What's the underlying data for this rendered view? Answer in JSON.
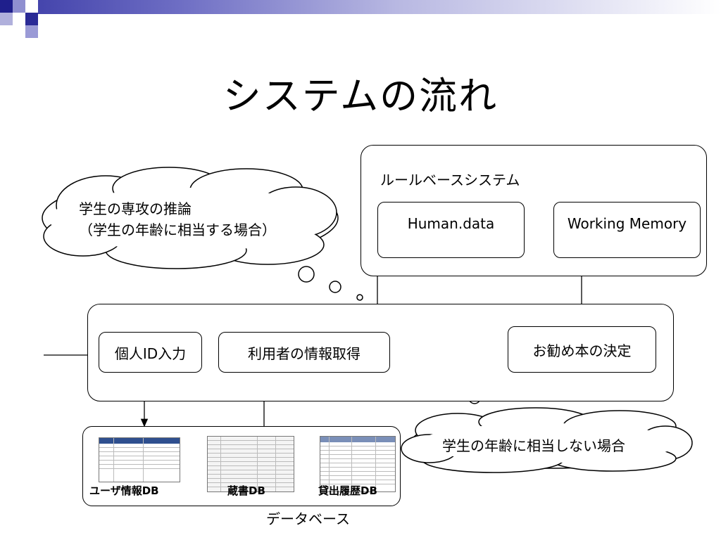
{
  "slide": {
    "title": "システムの流れ"
  },
  "rule_system": {
    "label": "ルールベースシステム",
    "human_data": "Human.data",
    "working_memory": "Working Memory"
  },
  "process": {
    "id_input": "個人ID入力",
    "user_info": "利用者の情報取得",
    "recommend": "お勧め本の決定"
  },
  "thought_top": {
    "line1": "学生の専攻の推論",
    "line2": "（学生の年齢に相当する場合）"
  },
  "thought_bottom": {
    "text": "学生の年齢に相当しない場合"
  },
  "database": {
    "label": "データベース",
    "items": [
      {
        "caption": "ユーザ情報DB"
      },
      {
        "caption": "蔵書DB"
      },
      {
        "caption": "貸出履歴DB"
      }
    ]
  },
  "colors": {
    "banner": "#3a3aa6",
    "line": "#000000"
  }
}
